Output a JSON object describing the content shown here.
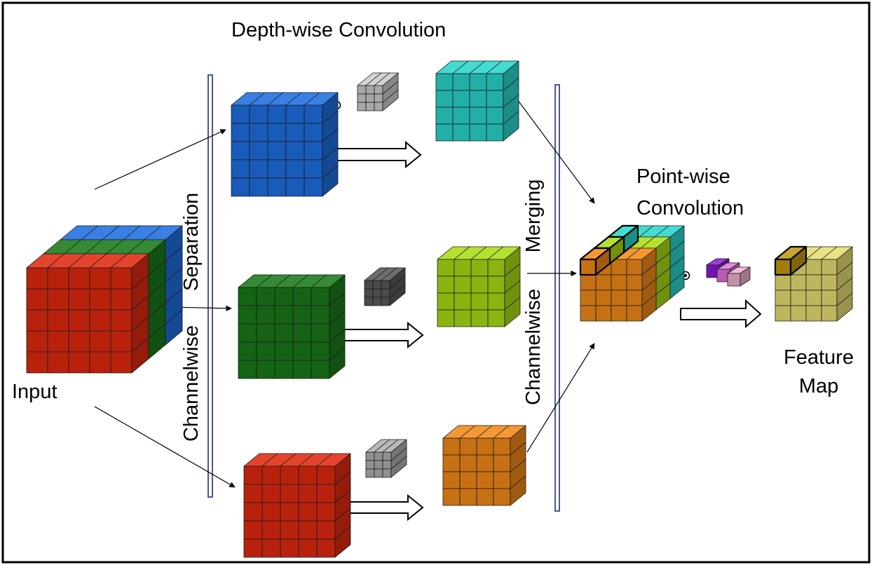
{
  "labels": {
    "title": "Depth-wise Convolution",
    "input": "Input",
    "separation": "Separation",
    "channelwise_left": "Channelwise",
    "merging": "Merging",
    "channelwise_right": "Channelwise",
    "pointwise_line1": "Point-wise",
    "pointwise_line2": "Convolution",
    "feature_line1": "Feature",
    "feature_line2": "Map"
  },
  "operator_symbol": "⊙",
  "colors": {
    "blue": "#1f6fe0",
    "green": "#1a7a1a",
    "red": "#e02a10",
    "cyan": "#2ad6cc",
    "lime": "#aadc14",
    "orange": "#f28a18",
    "kernel_light": "#cdcdcd",
    "kernel_dark": "#5a5a5a",
    "kernel_mid": "#b0b0b0",
    "point_purple": "#8a1ad8",
    "point_magenta": "#e070d8",
    "point_pink": "#f0b0d0",
    "feature_yellow": "#e6de74",
    "feature_highlight": "#c29a10"
  }
}
